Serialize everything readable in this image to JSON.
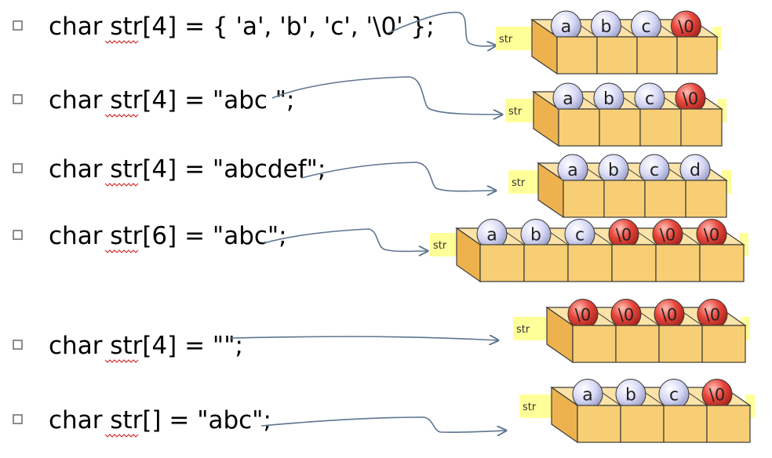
{
  "rows": [
    {
      "code": "char str[4] = { 'a', 'b', 'c', '\\0' };",
      "label": "str",
      "cells": [
        "a",
        "b",
        "c",
        "\\0"
      ]
    },
    {
      "code": "char str[4] = \"abc \";",
      "label": "str",
      "cells": [
        "a",
        "b",
        "c",
        "\\0"
      ]
    },
    {
      "code": "char str[4] = \"abcdef\";",
      "label": "str",
      "cells": [
        "a",
        "b",
        "c",
        "d"
      ]
    },
    {
      "code": "char str[6] = \"abc\";",
      "label": "str",
      "cells": [
        "a",
        "b",
        "c",
        "\\0",
        "\\0",
        "\\0"
      ]
    },
    {
      "code": "char str[4] = \"\";",
      "label": "str",
      "cells": [
        "\\0",
        "\\0",
        "\\0",
        "\\0"
      ]
    },
    {
      "code": "char str[] = \"abc\";",
      "label": "str",
      "cells": [
        "a",
        "b",
        "c",
        "\\0"
      ]
    }
  ],
  "colors": {
    "box_front": "#F7CE74",
    "box_top": "#FCE3A8",
    "box_side": "#EDB24E",
    "box_stroke": "#3A3A3A",
    "label_bg": "#FFFF99",
    "ball_letter": "#D8DAF6",
    "ball_null": "#E9473D",
    "bullet": "#7A6E6E",
    "arrow": "#5E7590",
    "squiggle": "#D22020"
  }
}
